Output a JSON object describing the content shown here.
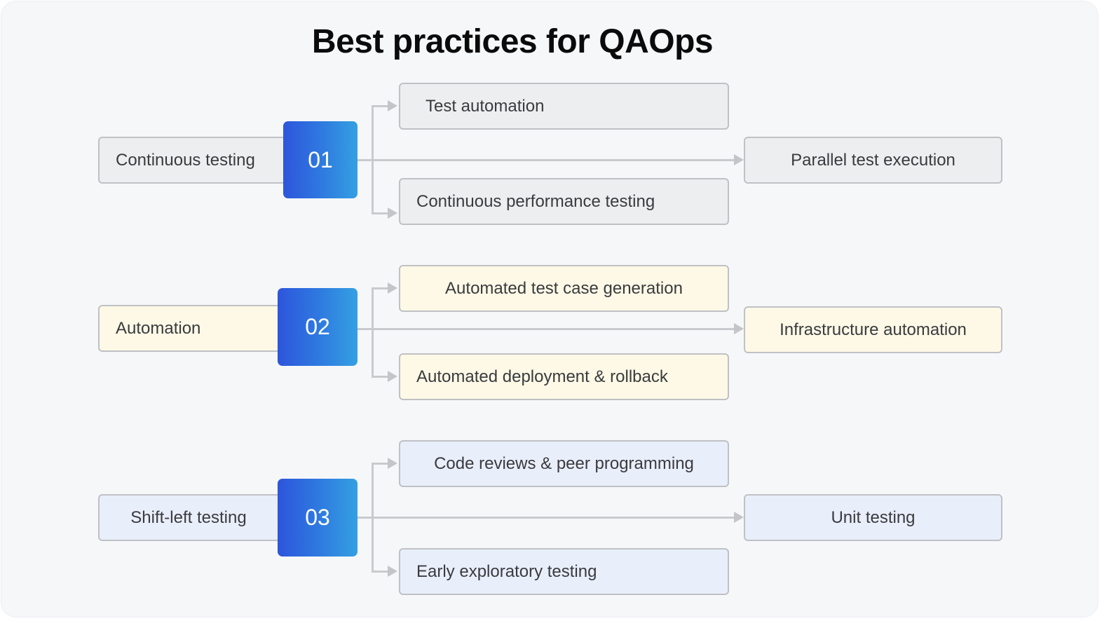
{
  "title": "Best practices for QAOps",
  "colors": {
    "background": "#f6f7f9",
    "number_gradient": [
      "#2d55dc",
      "#35a0e2"
    ],
    "row1_fill": "#edeef0",
    "row2_fill": "#fdf9e6",
    "row3_fill": "#e9eefb",
    "border": "#bfc1c5",
    "connector": "#c9cacd"
  },
  "practices": [
    {
      "number": "01",
      "label": "Continuous testing",
      "branches": {
        "top": "Test automation",
        "middle": "Parallel test execution",
        "bottom": "Continuous performance testing"
      }
    },
    {
      "number": "02",
      "label": "Automation",
      "branches": {
        "top": "Automated test case generation",
        "middle": "Infrastructure automation",
        "bottom": "Automated deployment & rollback"
      }
    },
    {
      "number": "03",
      "label": "Shift-left testing",
      "branches": {
        "top": "Code reviews & peer programming",
        "middle": "Unit testing",
        "bottom": "Early exploratory testing"
      }
    }
  ]
}
